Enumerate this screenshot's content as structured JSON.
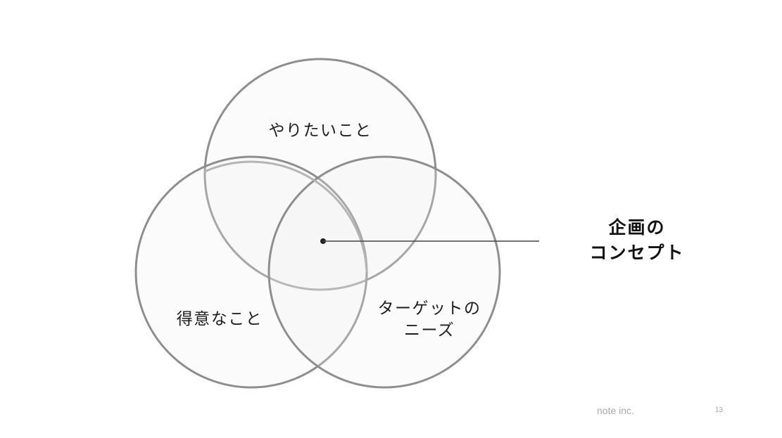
{
  "diagram": {
    "circles": [
      {
        "label_lines": [
          "やりたいこと"
        ]
      },
      {
        "label_lines": [
          "得意なこと"
        ]
      },
      {
        "label_lines": [
          "ターゲットの",
          "ニーズ"
        ]
      }
    ],
    "center_callout": {
      "lines": [
        "企画の",
        "コンセプト"
      ]
    }
  },
  "footer": {
    "brand": "note inc.",
    "page_number": "13"
  }
}
